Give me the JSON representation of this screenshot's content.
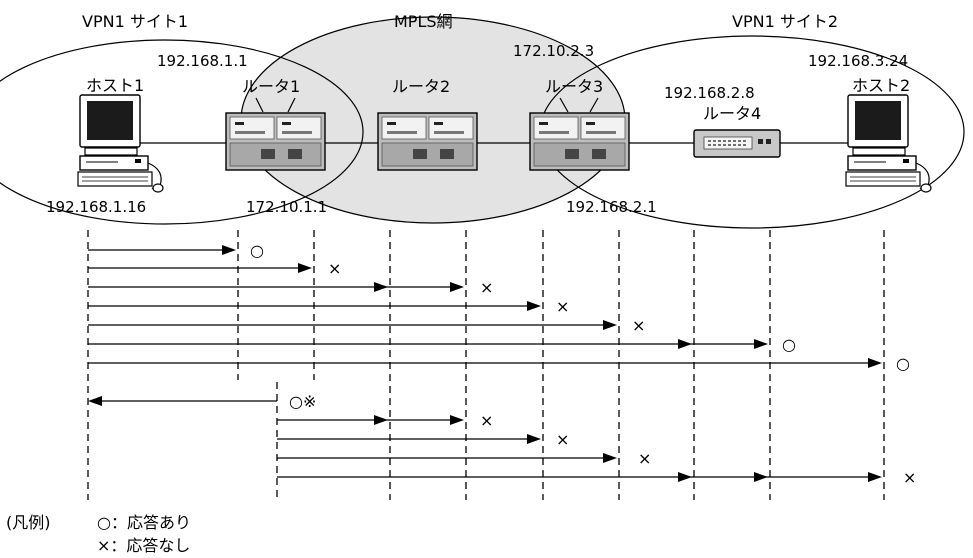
{
  "site1_title": "VPN1 サイト1",
  "mpls_title": "MPLS網",
  "site2_title": "VPN1 サイト2",
  "host1": {
    "label": "ホスト1",
    "ip": "192.168.1.16"
  },
  "host2": {
    "label": "ホスト2",
    "ip": "192.168.3.24"
  },
  "router1": {
    "label": "ルータ1",
    "ip_upper": "192.168.1.1",
    "ip_lower": "172.10.1.1"
  },
  "router2": {
    "label": "ルータ2"
  },
  "router3": {
    "label": "ルータ3",
    "ip_upper": "172.10.2.3",
    "ip_lower": "192.168.2.1"
  },
  "router4": {
    "label": "ルータ4",
    "ip": "192.168.2.8"
  },
  "results": [
    {
      "mark": "○"
    },
    {
      "mark": "×"
    },
    {
      "mark": "×"
    },
    {
      "mark": "×"
    },
    {
      "mark": "×"
    },
    {
      "mark": "○"
    },
    {
      "mark": "○"
    },
    {
      "mark": "○※"
    },
    {
      "mark": "×"
    },
    {
      "mark": "×"
    },
    {
      "mark": "×"
    },
    {
      "mark": "×"
    }
  ],
  "legend": {
    "title": "(凡例)",
    "yes": "○：応答あり",
    "no": "×：応答なし"
  }
}
